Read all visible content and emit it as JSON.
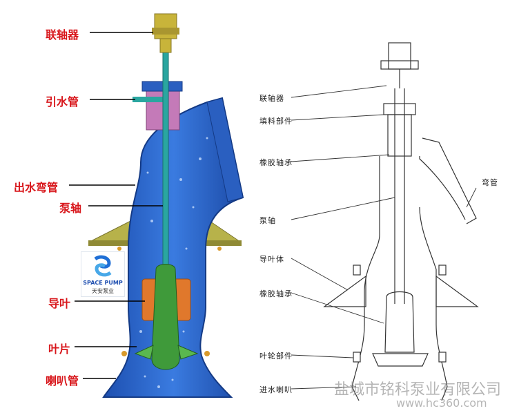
{
  "left_labels": [
    {
      "key": "coupling",
      "text": "联轴器"
    },
    {
      "key": "priming_pipe",
      "text": "引水管"
    },
    {
      "key": "outlet_elbow",
      "text": "出水弯管"
    },
    {
      "key": "shaft",
      "text": "泵轴"
    },
    {
      "key": "guide_vane",
      "text": "导叶"
    },
    {
      "key": "blade",
      "text": "叶片"
    },
    {
      "key": "bell_mouth",
      "text": "喇叭管"
    }
  ],
  "right_labels": [
    {
      "key": "coupling",
      "text": "联轴器"
    },
    {
      "key": "packing",
      "text": "填料部件"
    },
    {
      "key": "rubber_bearing_top",
      "text": "橡胶轴承"
    },
    {
      "key": "shaft",
      "text": "泵轴"
    },
    {
      "key": "guide_body",
      "text": "导叶体"
    },
    {
      "key": "rubber_bearing_low",
      "text": "橡胶轴承"
    },
    {
      "key": "impeller",
      "text": "叶轮部件"
    },
    {
      "key": "inlet_bell",
      "text": "进水喇叭"
    },
    {
      "key": "elbow",
      "text": "弯管"
    }
  ],
  "logo": {
    "line1": "SPACE PUMP",
    "line2": "天安泵业"
  },
  "watermark": {
    "company": "盐城市铭科泵业有限公司",
    "site": "www.hc360.com"
  },
  "colors": {
    "label_red": "#d8161b",
    "pump_blue": "#2760c9",
    "coupling_yellow": "#c8b43a",
    "vane_orange": "#e0782c",
    "impeller_green": "#3f9a3a",
    "shaft_teal": "#2aa6a0"
  }
}
